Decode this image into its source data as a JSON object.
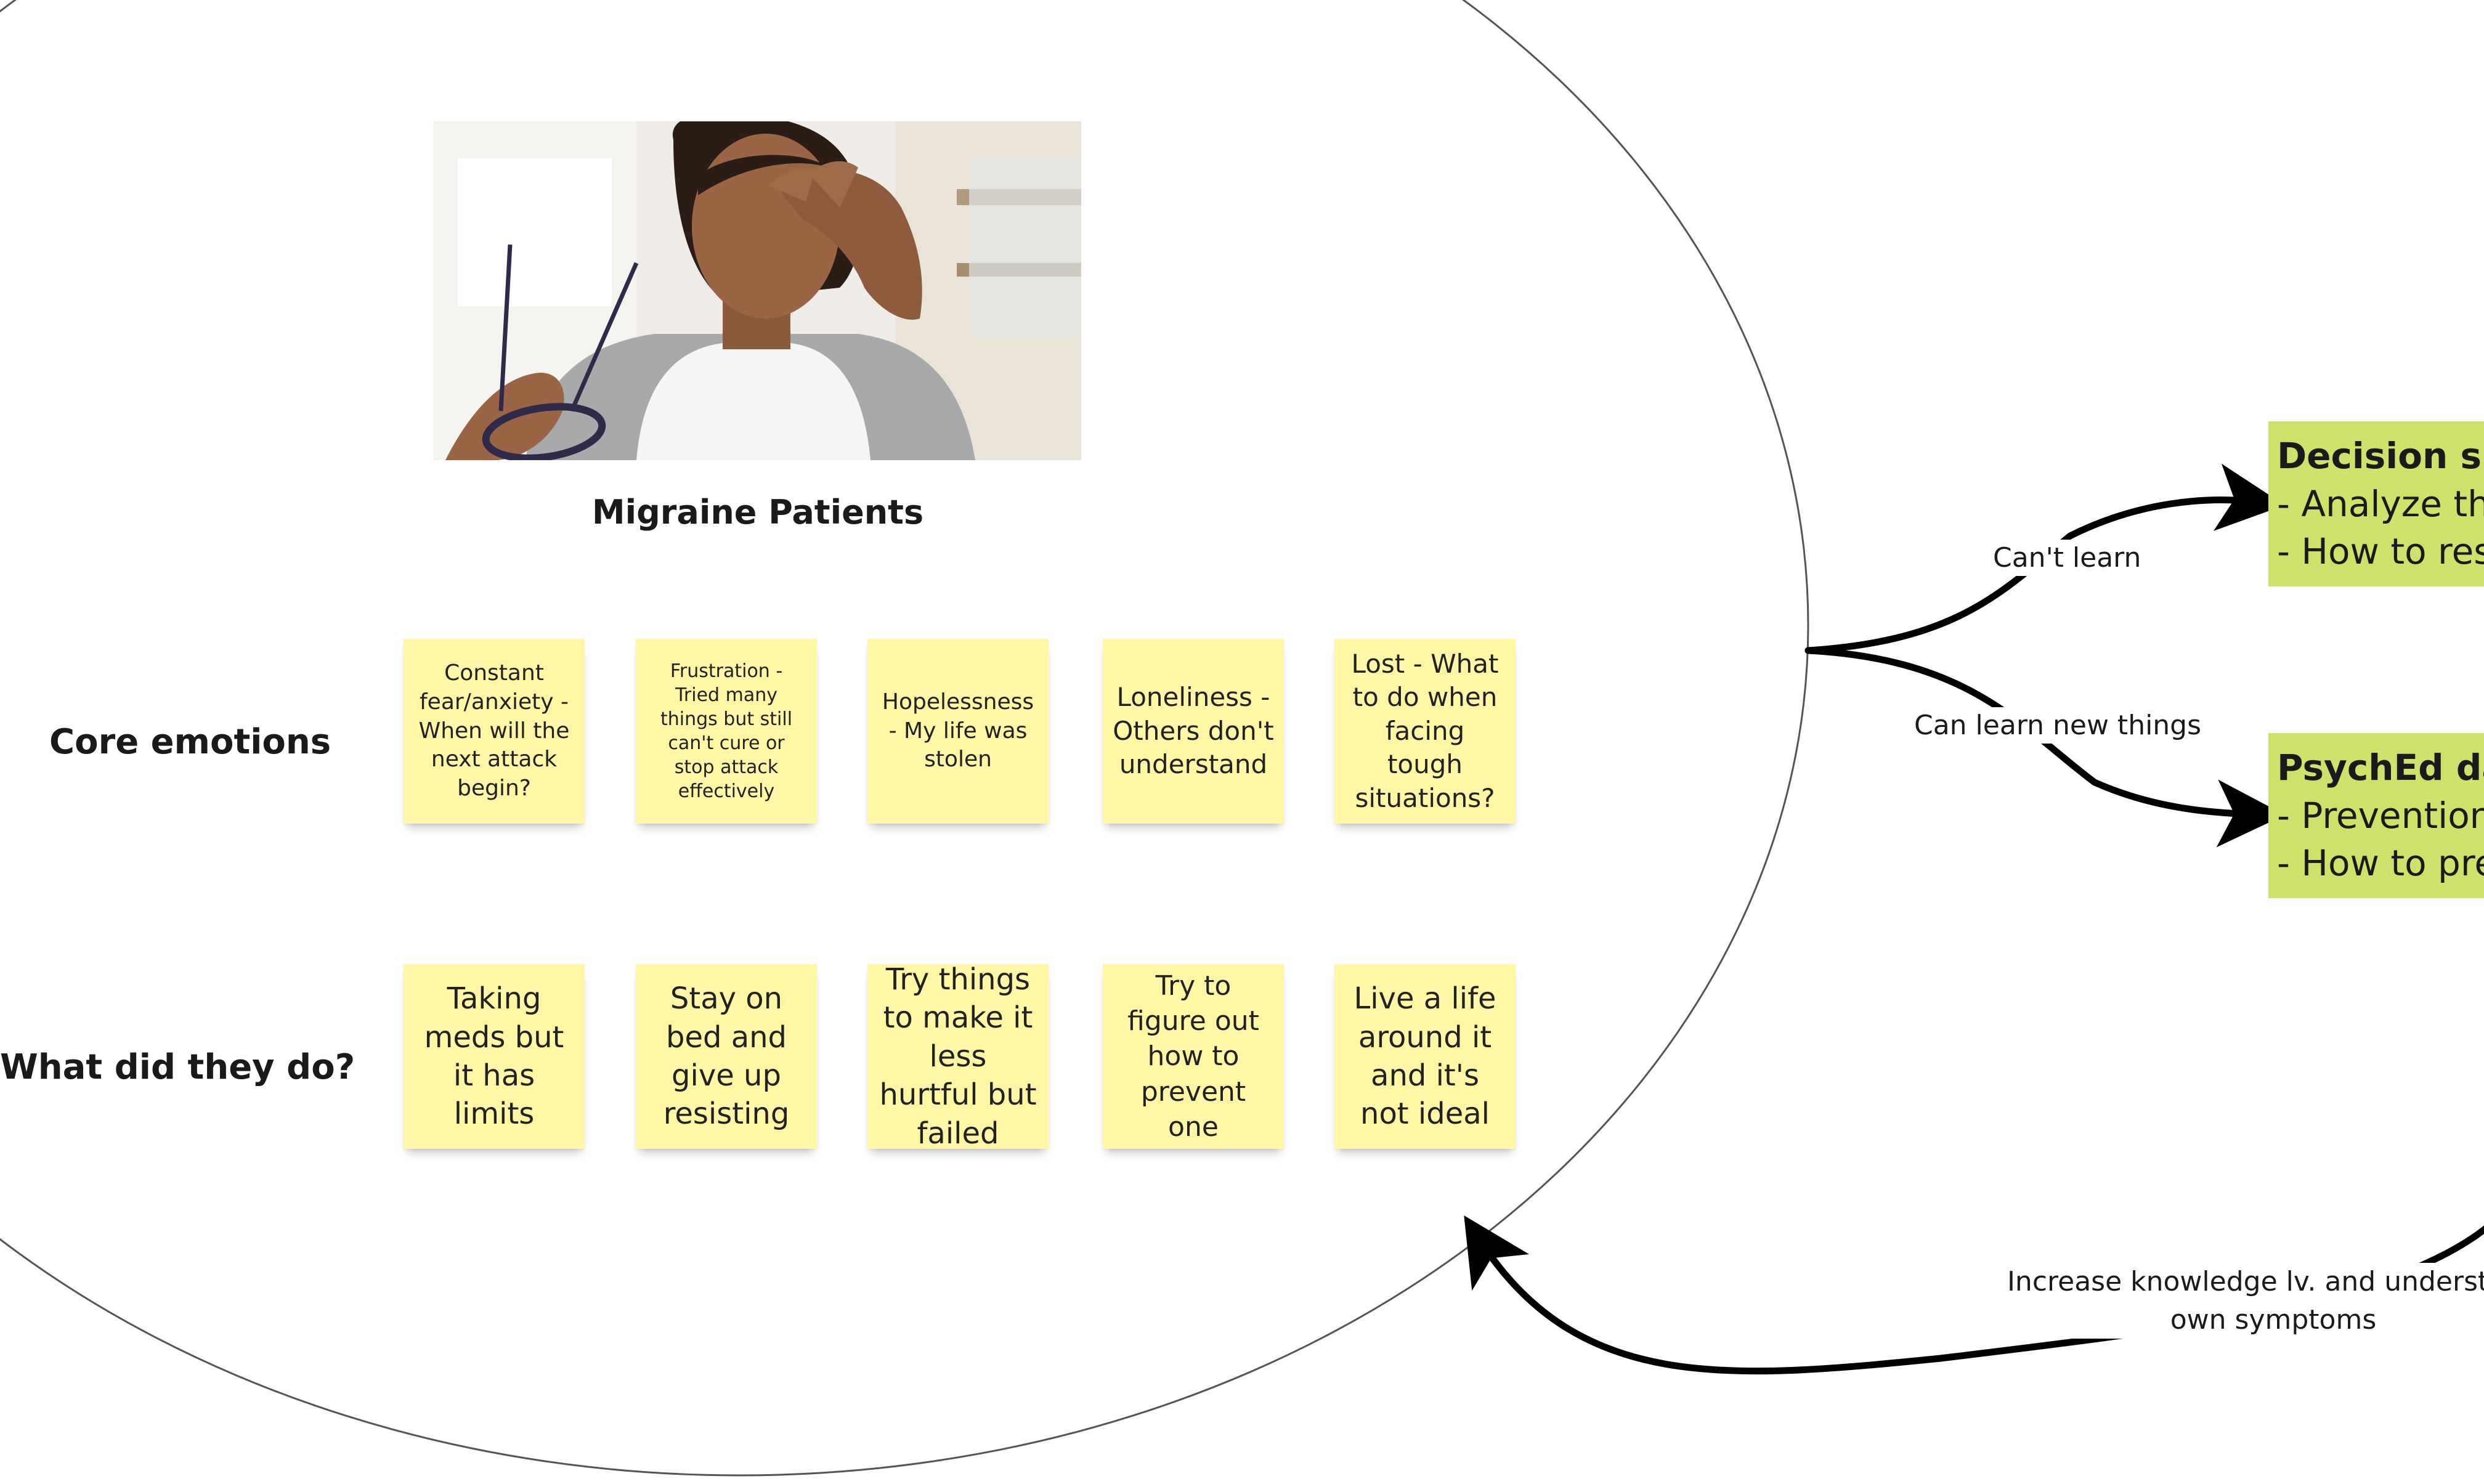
{
  "board": {
    "title": "Migraine Patients",
    "row_labels": {
      "core_emotions": "Core emotions",
      "what_did_they_do": "What did they do?"
    },
    "core_emotions": [
      "Constant fear/anxiety - When will the next attack begin?",
      "Frustration - Tried many things but still can't cure or stop attack effectively",
      "Hopelessness - My life was stolen",
      "Loneliness - Others don't understand",
      "Lost - What to do when facing tough situations?"
    ],
    "actions": [
      "Taking meds but it has limits",
      "Stay on bed and give up resisting",
      "Try things to make it less hurtful but failed",
      "Try to figure out how to prevent one",
      "Live a life around it and it's not ideal"
    ],
    "connectors": {
      "cant_learn": "Can't learn",
      "can_learn": "Can learn new things",
      "feedback_line1": "Increase knowledge lv. and understand",
      "feedback_line2": "own symptoms"
    },
    "solutions": [
      {
        "title": "Decision sup",
        "line1": "- Analyze the",
        "line2": "- How to resp"
      },
      {
        "title": "PsychEd dail",
        "line1": "- Prevention-",
        "line2": "- How to prep"
      }
    ]
  },
  "colors": {
    "sticky_yellow": "#fff6a6",
    "solution_green": "#cee26b",
    "connector": "#000000",
    "ellipse_stroke": "#555555"
  }
}
